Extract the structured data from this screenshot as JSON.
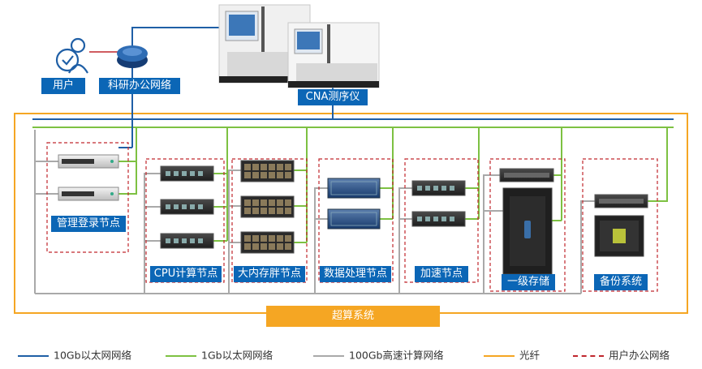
{
  "labels": {
    "user": "用户",
    "office_net": "科研办公网络",
    "cna": "CNA测序仪",
    "login": "管理登录节点",
    "cpu": "CPU计算节点",
    "bigmem": "大内存胖节点",
    "dataproc": "数据处理节点",
    "accel": "加速节点",
    "storage1": "一级存储",
    "backup": "备份系统",
    "super": "超算系统"
  },
  "legend": {
    "l10gb": "10Gb以太网网络",
    "l1gb": "1Gb以太网网络",
    "l100gb": "100Gb高速计算网络",
    "fiber": "光纤",
    "office": "用户办公网络"
  },
  "colors": {
    "net10gb": "#1f5fa6",
    "net1gb": "#7dc142",
    "net100gb": "#a9a9a9",
    "fiber": "#f5a623",
    "office": "#c0272d",
    "label_bg": "#0b66b6"
  }
}
